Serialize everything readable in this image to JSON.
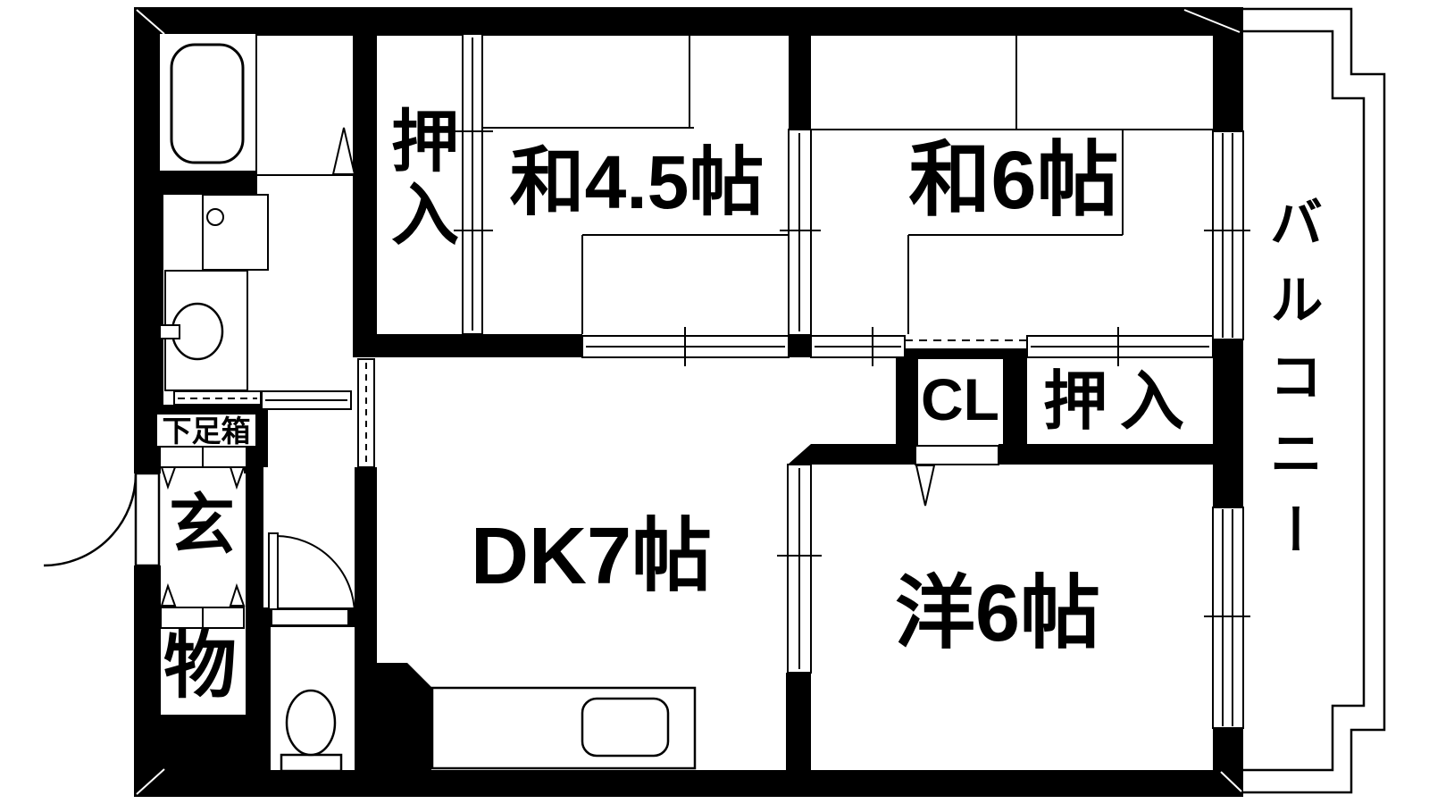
{
  "plan_title": "2DK apartment floor plan",
  "colors": {
    "wall": "#000000",
    "floor": "#ffffff",
    "line": "#000000"
  },
  "rooms": {
    "oshiire_top": {
      "label": "押入"
    },
    "washitsu45": {
      "label": "和4.5帖"
    },
    "washitsu6": {
      "label": "和6帖"
    },
    "balcony": {
      "label": "バルコニー"
    },
    "cl": {
      "label": "CL"
    },
    "oshiire_right": {
      "label": "押入"
    },
    "dk": {
      "label": "DK7帖"
    },
    "youshitsu6": {
      "label": "洋6帖"
    },
    "genkan": {
      "label": "玄"
    },
    "storage": {
      "label": "物"
    },
    "shoebox": {
      "label": "下足箱"
    }
  },
  "fixtures": [
    {
      "name": "bathtub"
    },
    {
      "name": "washing-machine-pan"
    },
    {
      "name": "washbasin"
    },
    {
      "name": "toilet"
    },
    {
      "name": "kitchen-counter"
    },
    {
      "name": "kitchen-sink"
    },
    {
      "name": "entrance-door"
    },
    {
      "name": "toilet-door"
    }
  ]
}
